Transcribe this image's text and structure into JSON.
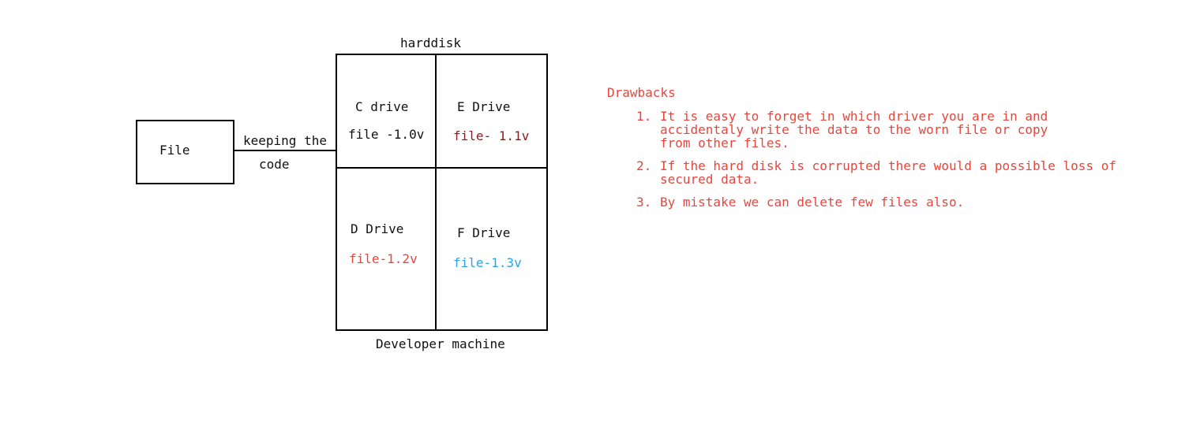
{
  "diagram": {
    "file_box_label": "File",
    "connector_label_line1": "keeping the",
    "connector_label_line2": "code",
    "harddisk_label": "harddisk",
    "machine_label": "Developer machine",
    "drives": [
      {
        "name": "C drive",
        "file": "file -1.0v",
        "file_color": "#111111"
      },
      {
        "name": "E Drive",
        "file": "file- 1.1v",
        "file_color": "#8b1a1a"
      },
      {
        "name": "D Drive",
        "file": "file-1.2v",
        "file_color": "#e8453c"
      },
      {
        "name": "F Drive",
        "file": "file-1.3v",
        "file_color": "#2aa3e0"
      }
    ]
  },
  "notes": {
    "title": "Drawbacks",
    "items": [
      {
        "num": "1.",
        "text": "It is easy to forget in which driver you are in and accidentaly write the data to the worn file or copy from other files."
      },
      {
        "num": "2.",
        "text": "If the hard disk is corrupted there would a possible loss of secured data."
      },
      {
        "num": "3.",
        "text": "By  mistake we can delete few files also."
      }
    ]
  },
  "colors": {
    "accent_red": "#e8453c",
    "dark_red": "#8b1a1a",
    "blue": "#2aa3e0",
    "line": "#000000"
  }
}
